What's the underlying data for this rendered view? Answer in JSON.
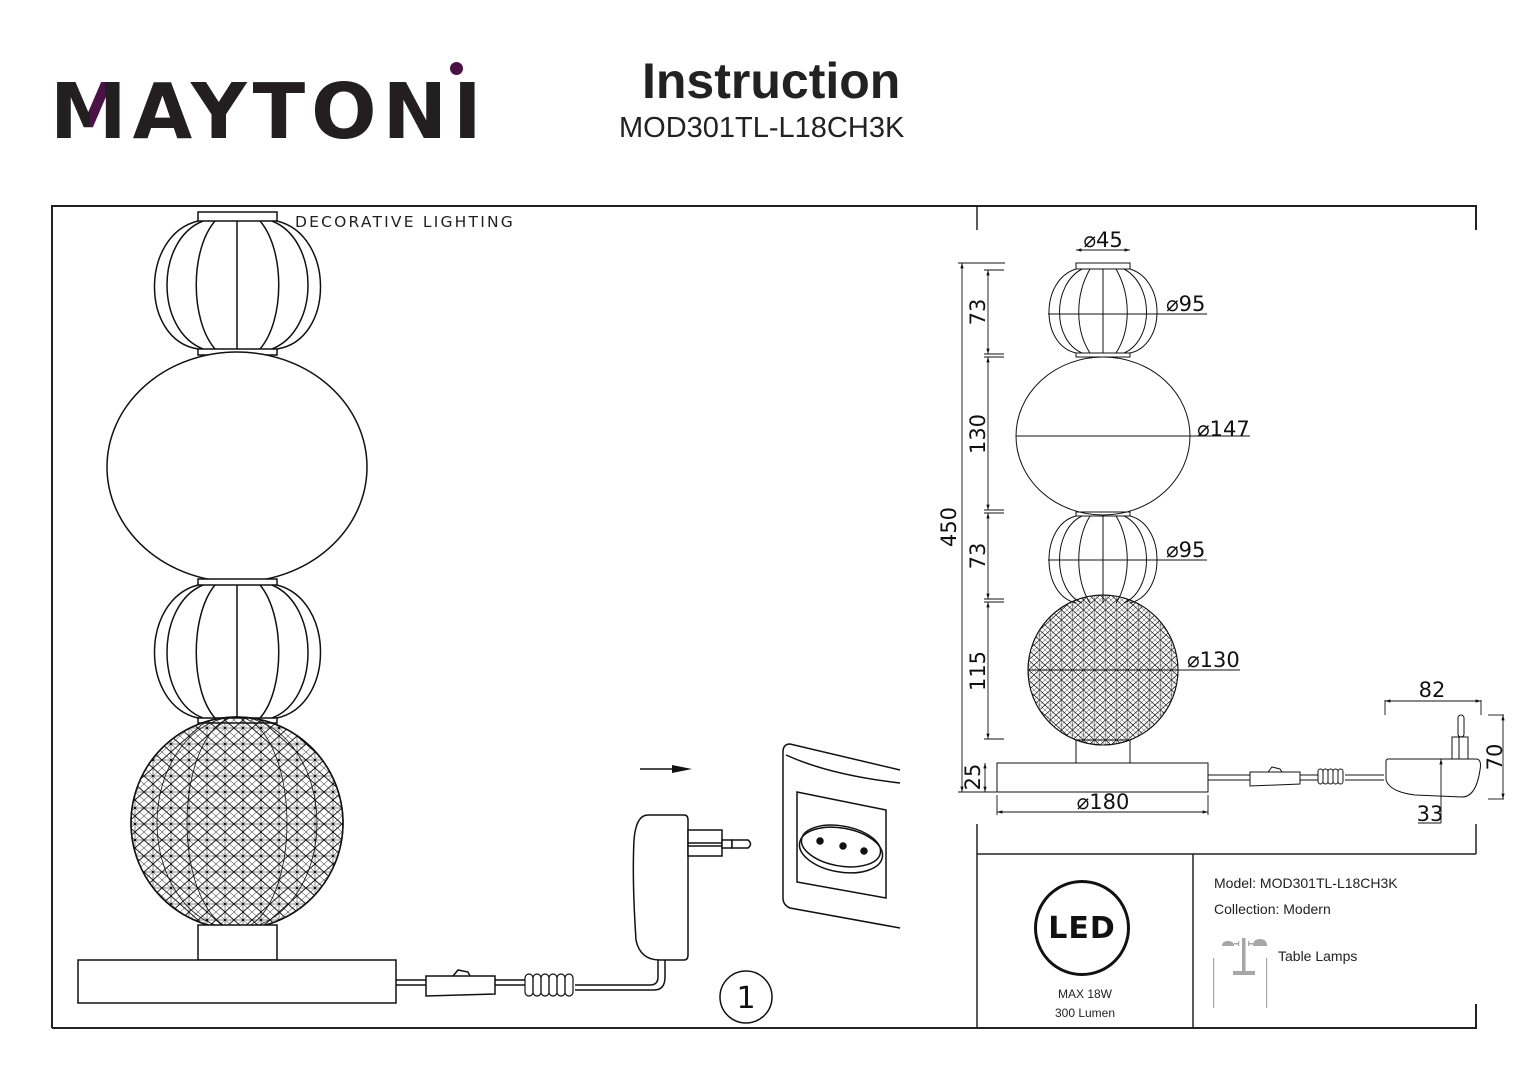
{
  "brand": {
    "name": "MAYTONI",
    "tagline": "DECORATIVE LIGHTING",
    "accent_color": "#4a1346"
  },
  "header": {
    "title": "Instruction",
    "model": "MOD301TL-L18CH3K"
  },
  "installation": {
    "step_number": "1",
    "step_description": "Plug the power adapter into the wall socket",
    "icons": [
      "arrow-right-icon",
      "power-adapter-icon",
      "wall-socket-icon"
    ]
  },
  "dimensions": {
    "unit": "mm",
    "total_height": "450",
    "top_cap_diameter": "⌀45",
    "segments": [
      {
        "name": "top-ribbed-shade",
        "height": "73",
        "diameter": "⌀95"
      },
      {
        "name": "opal-globe",
        "height": "130",
        "diameter": "⌀147"
      },
      {
        "name": "middle-ribbed-shade",
        "height": "73",
        "diameter": "⌀95"
      },
      {
        "name": "crystal-globe",
        "height": "115",
        "diameter": "⌀130"
      },
      {
        "name": "base",
        "height": "25",
        "diameter": "⌀180"
      }
    ],
    "adapter": {
      "width": "82",
      "height": "70",
      "depth": "33"
    }
  },
  "specs": {
    "led_label": "LED",
    "power": "MAX 18W",
    "lumen": "300 Lumen"
  },
  "info": {
    "model_label": "Model:",
    "model_value": "MOD301TL-L18CH3K",
    "collection_label": "Collection:",
    "collection_value": "Modern",
    "category": "Table Lamps"
  }
}
